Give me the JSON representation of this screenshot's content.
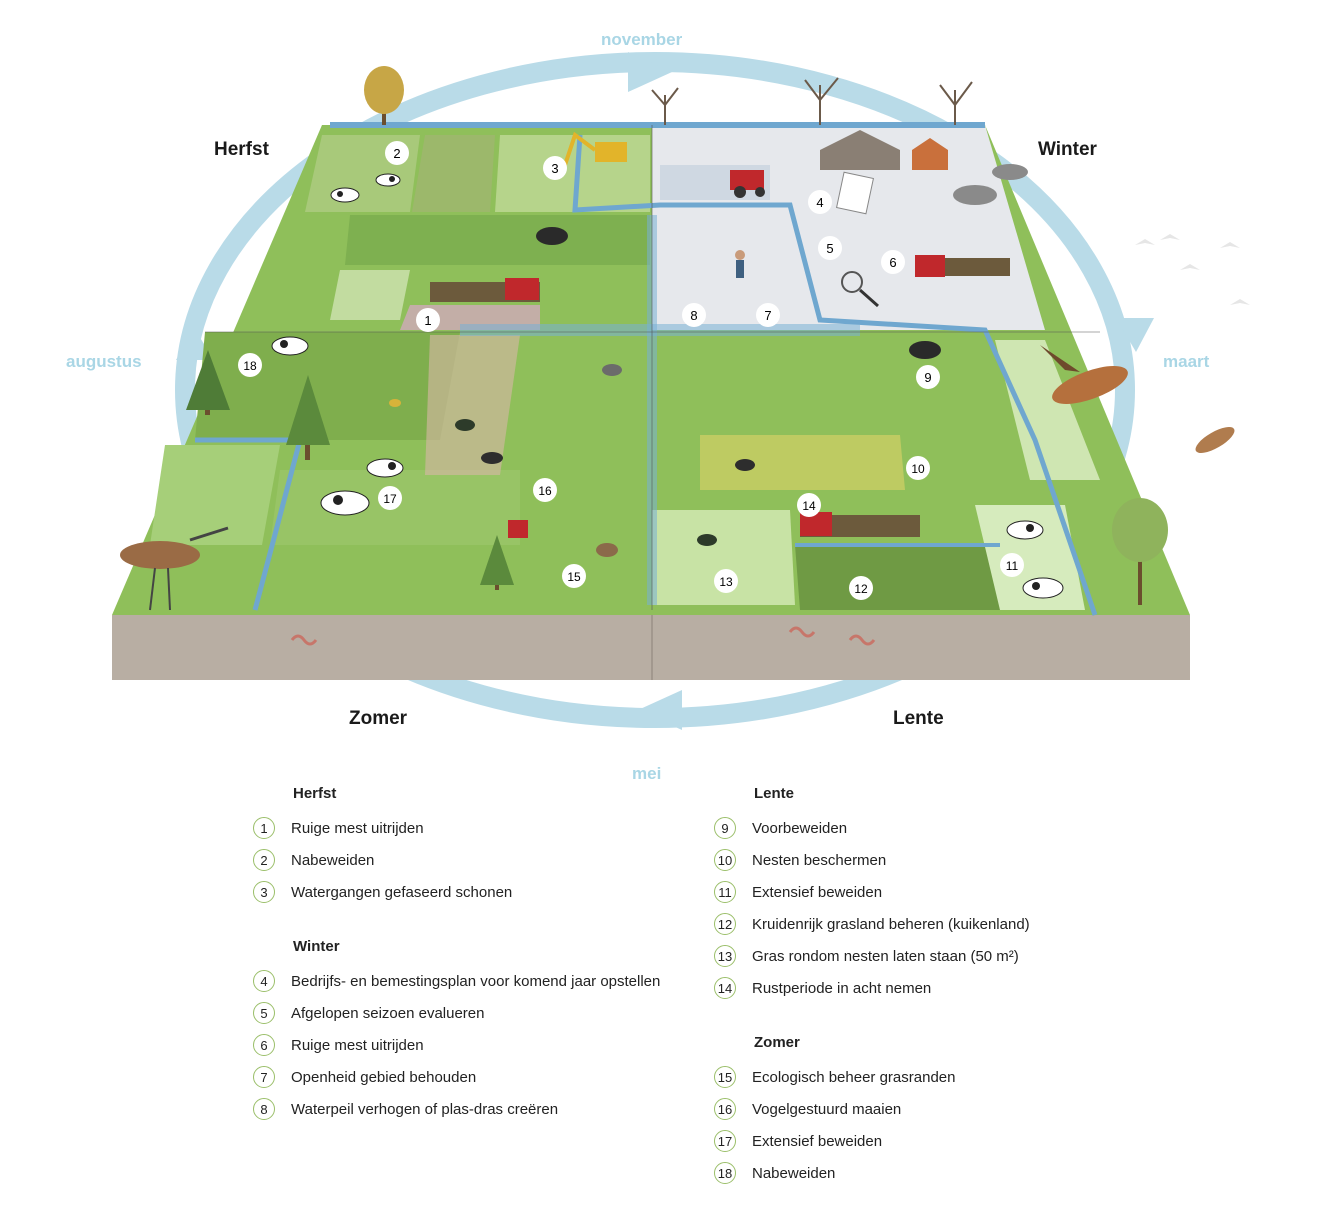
{
  "diagram": {
    "seasons": {
      "herfst": "Herfst",
      "winter": "Winter",
      "zomer": "Zomer",
      "lente": "Lente"
    },
    "months": {
      "november": "november",
      "augustus": "augustus",
      "maart": "maart",
      "mei": "mei"
    },
    "markers": [
      "1",
      "2",
      "3",
      "4",
      "5",
      "6",
      "7",
      "8",
      "9",
      "10",
      "11",
      "12",
      "13",
      "14",
      "15",
      "16",
      "17",
      "18"
    ],
    "colors": {
      "cycle": "#b9dbe8",
      "grass": "#8fbf5a",
      "water": "#6fa7cf",
      "soil": "#b8aea3",
      "winter_field": "#e6e8ec"
    }
  },
  "legend": {
    "herfst": {
      "title": "Herfst",
      "items": [
        {
          "num": "1",
          "label": "Ruige mest uitrijden"
        },
        {
          "num": "2",
          "label": "Nabeweiden"
        },
        {
          "num": "3",
          "label": "Watergangen gefaseerd schonen"
        }
      ]
    },
    "winter": {
      "title": "Winter",
      "items": [
        {
          "num": "4",
          "label": "Bedrijfs- en bemestingsplan voor komend jaar opstellen"
        },
        {
          "num": "5",
          "label": "Afgelopen seizoen evalueren"
        },
        {
          "num": "6",
          "label": "Ruige mest uitrijden"
        },
        {
          "num": "7",
          "label": "Openheid gebied behouden"
        },
        {
          "num": "8",
          "label": "Waterpeil verhogen of plas-dras creëren"
        }
      ]
    },
    "lente": {
      "title": "Lente",
      "items": [
        {
          "num": "9",
          "label": "Voorbeweiden"
        },
        {
          "num": "10",
          "label": "Nesten beschermen"
        },
        {
          "num": "11",
          "label": "Extensief beweiden"
        },
        {
          "num": "12",
          "label": "Kruidenrijk grasland beheren (kuikenland)"
        },
        {
          "num": "13",
          "label": "Gras rondom nesten laten staan (50 m²)"
        },
        {
          "num": "14",
          "label": "Rustperiode in acht nemen"
        }
      ]
    },
    "zomer": {
      "title": "Zomer",
      "items": [
        {
          "num": "15",
          "label": "Ecologisch beheer grasranden"
        },
        {
          "num": "16",
          "label": "Vogelgestuurd maaien"
        },
        {
          "num": "17",
          "label": "Extensief beweiden"
        },
        {
          "num": "18",
          "label": "Nabeweiden"
        }
      ]
    }
  }
}
